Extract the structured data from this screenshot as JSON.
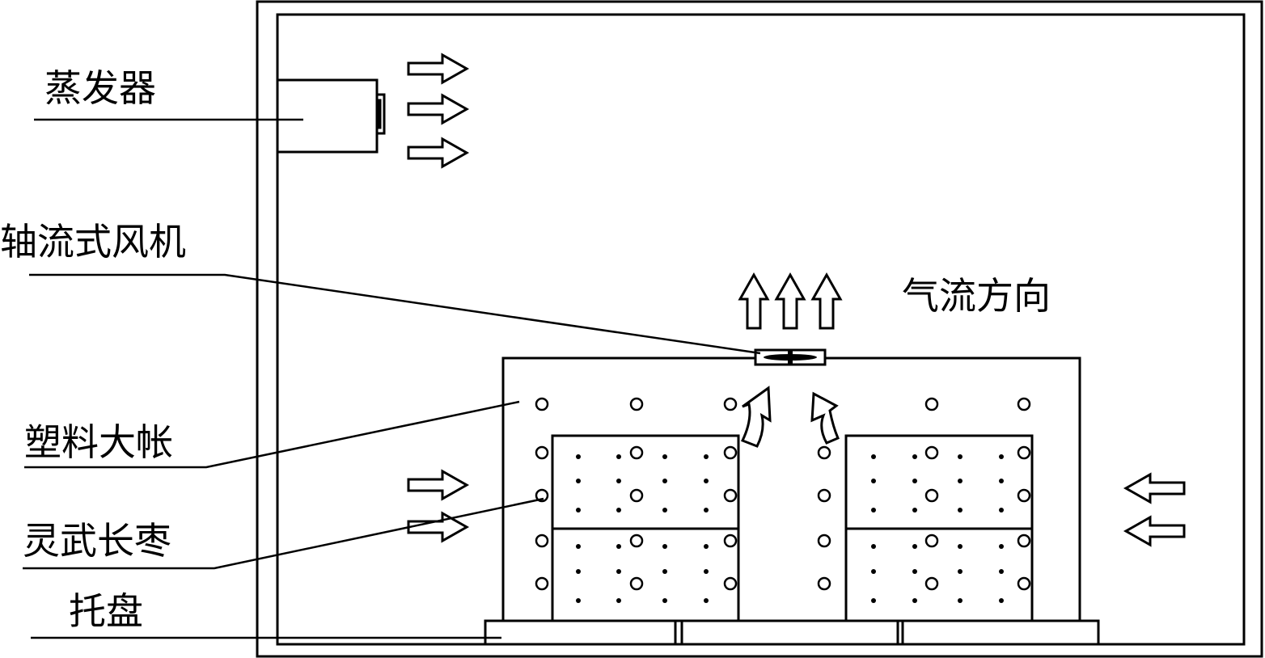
{
  "labels": {
    "evaporator": "蒸发器",
    "axial_fan": "轴流式风机",
    "plastic_tent": "塑料大帐",
    "jujube": "灵武长枣",
    "pallet": "托盘",
    "airflow": "气流方向"
  }
}
